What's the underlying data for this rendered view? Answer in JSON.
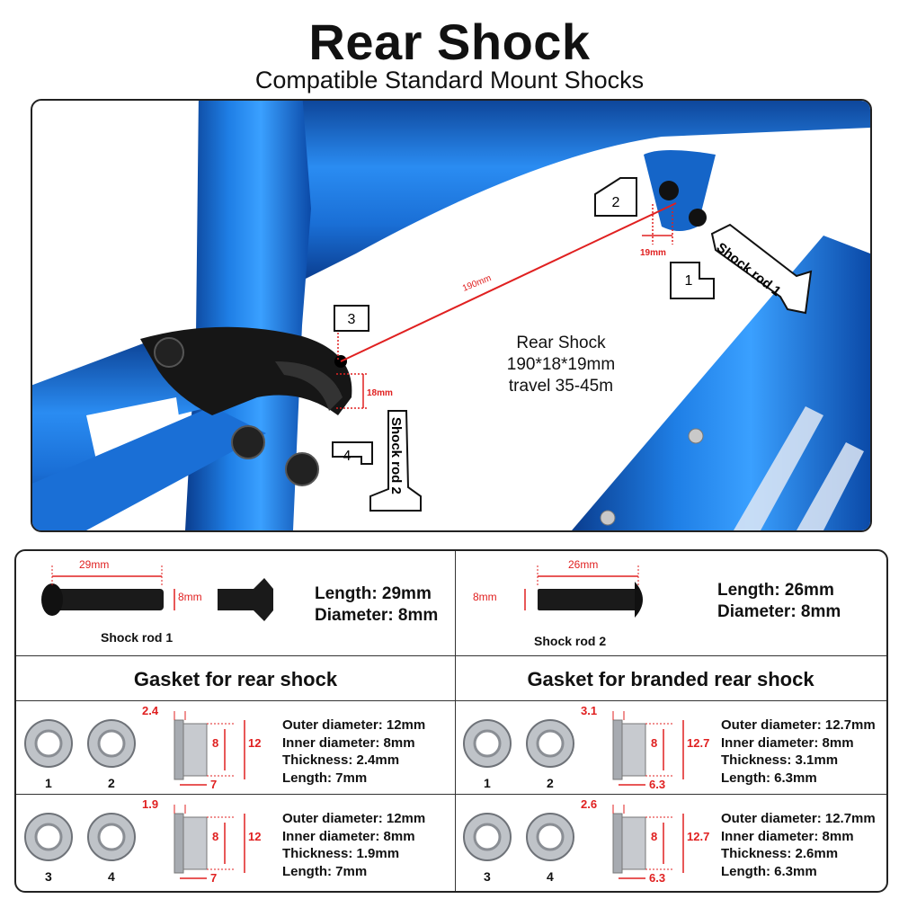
{
  "header": {
    "title": "Rear Shock",
    "subtitle": "Compatible Standard Mount Shocks"
  },
  "photo": {
    "shock_spec": {
      "line1": "Rear Shock",
      "line2": "190*18*19mm",
      "line3": "travel 35-45m"
    },
    "callouts": [
      "1",
      "2",
      "3",
      "4"
    ],
    "shock_rod_1_label": "Shock rod 1",
    "shock_rod_2_label": "Shock rod 2",
    "dims": {
      "eye_to_eye": "190mm",
      "front_width": "19mm",
      "rear_width": "18mm"
    },
    "frame_color": "#1a73d9"
  },
  "rods": {
    "rod1": {
      "caption": "Shock rod 1",
      "dim_length": "29mm",
      "dim_diameter": "8mm",
      "length": "Length: 29mm",
      "diameter": "Diameter: 8mm"
    },
    "rod2": {
      "caption": "Shock rod 2",
      "dim_length": "26mm",
      "dim_diameter": "8mm",
      "length": "Length:  26mm",
      "diameter": "Diameter: 8mm"
    }
  },
  "gaskets": {
    "left_title": "Gasket for rear shock",
    "right_title": "Gasket for  branded rear shock",
    "rows": [
      {
        "numbers": [
          "1",
          "2"
        ],
        "thickness_dim": "2.4",
        "inner_dim": "8",
        "outer_dim": "12",
        "length_dim": "7",
        "specs": [
          "Outer diameter: 12mm",
          "Inner diameter: 8mm",
          "Thickness: 2.4mm",
          "Length:  7mm"
        ]
      },
      {
        "numbers": [
          "1",
          "2"
        ],
        "thickness_dim": "3.1",
        "inner_dim": "8",
        "outer_dim": "12.7",
        "length_dim": "6.3",
        "specs": [
          "Outer diameter: 12.7mm",
          "Inner diameter: 8mm",
          "Thickness: 3.1mm",
          "Length:  6.3mm"
        ]
      },
      {
        "numbers": [
          "3",
          "4"
        ],
        "thickness_dim": "1.9",
        "inner_dim": "8",
        "outer_dim": "12",
        "length_dim": "7",
        "specs": [
          "Outer diameter: 12mm",
          "Inner diameter: 8mm",
          "Thickness: 1.9mm",
          "Length: 7mm"
        ]
      },
      {
        "numbers": [
          "3",
          "4"
        ],
        "thickness_dim": "2.6",
        "inner_dim": "8",
        "outer_dim": "12.7",
        "length_dim": "6.3",
        "specs": [
          "Outer diameter: 12.7mm",
          "Inner diameter: 8mm",
          "Thickness: 2.6mm",
          "Length:  6.3mm"
        ]
      }
    ]
  }
}
